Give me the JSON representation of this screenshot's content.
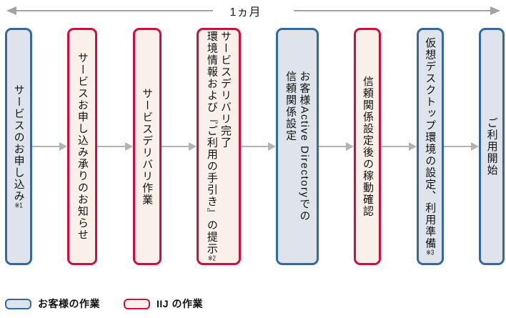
{
  "timeline": {
    "label": "1ヵ月"
  },
  "flow": {
    "steps": [
      {
        "owner": "customer",
        "columns": [
          "サービスのお申し込み"
        ],
        "footnote": "※1"
      },
      {
        "owner": "iij",
        "columns": [
          "サービスお申し込み承りのお知らせ"
        ]
      },
      {
        "owner": "iij",
        "columns": [
          "サービスデリバリ作業"
        ]
      },
      {
        "owner": "iij",
        "columns": [
          "サービスデリバリ完了",
          "環境情報および『ご利用の手引き』の提示"
        ],
        "footnote": "※2"
      },
      {
        "owner": "customer",
        "columns": [
          "お客様Active Directoryでの",
          "信頼関係設定"
        ]
      },
      {
        "owner": "iij",
        "columns": [
          "信頼関係設定後の稼動確認"
        ]
      },
      {
        "owner": "customer",
        "columns": [
          "仮想デスクトップ環境の設定、利用準備"
        ],
        "footnote": "※3"
      },
      {
        "owner": "customer",
        "columns": [
          "ご利用開始"
        ]
      }
    ]
  },
  "legend": {
    "customer": {
      "label": "お客様の作業",
      "border_color": "#34699f",
      "fill_color": "#dfe3ec"
    },
    "iij": {
      "label": "IIJ の作業",
      "border_color": "#d40b3e",
      "fill_color": "#faf0ea"
    }
  },
  "colors": {
    "arrow_gray": "#a3a3a3",
    "connector_gray": "#b3b3b3"
  }
}
